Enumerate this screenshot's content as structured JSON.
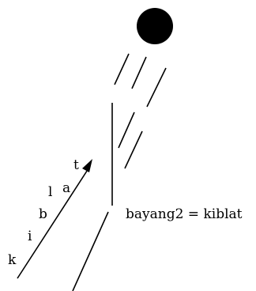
{
  "diagram": {
    "caption": "bayang2 = kiblat",
    "kiblat_letters": [
      "k",
      "i",
      "b",
      "l",
      "a",
      "t"
    ],
    "colors": {
      "ink": "#000000",
      "background": "#ffffff"
    }
  }
}
